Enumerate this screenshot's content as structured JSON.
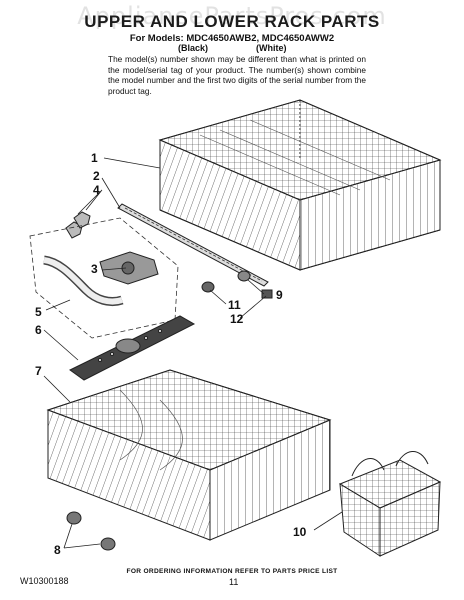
{
  "page": {
    "watermark": "AppliancePartsPros.com",
    "title": "UPPER AND LOWER RACK PARTS",
    "models_line": "For Models: MDC4650AWB2, MDC4650AWW2",
    "color_black": "(Black)",
    "color_white": "(White)",
    "note": "The model(s) number shown may be different than what is printed on the model/serial tag of your product. The number(s) shown combine the model number and the first two digits of the serial number from the product tag."
  },
  "callouts": [
    "1",
    "2",
    "4",
    "3",
    "5",
    "6",
    "11",
    "9",
    "12",
    "7",
    "10",
    "8"
  ],
  "footer": {
    "code": "W10300188",
    "order_note": "FOR ORDERING INFORMATION REFER TO PARTS PRICE LIST",
    "page_number": "11"
  }
}
